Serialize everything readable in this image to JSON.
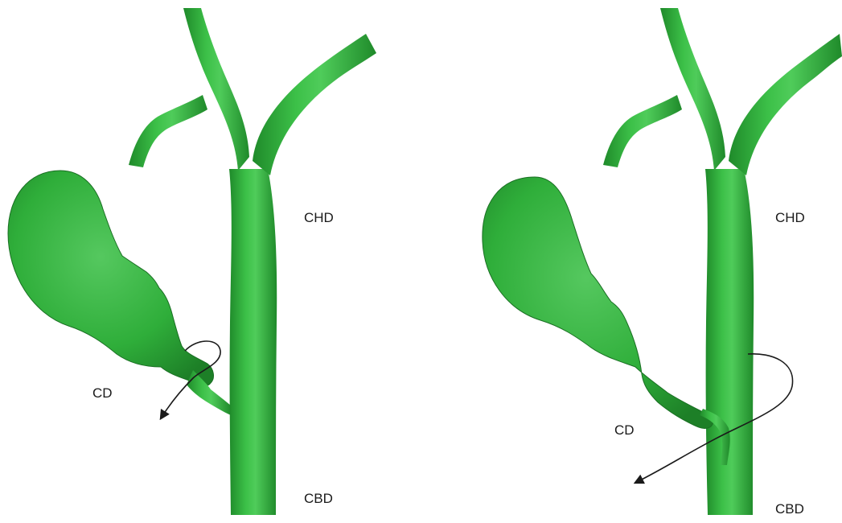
{
  "panels": [
    {
      "id": "left",
      "labels": {
        "chd": "CHD",
        "cbd": "CBD",
        "cd": "CD"
      }
    },
    {
      "id": "right",
      "labels": {
        "chd": "CHD",
        "cbd": "CBD",
        "cd": "CD"
      }
    }
  ],
  "colors": {
    "duct": "#2fae3a",
    "duct_edge": "#1f7d28",
    "duct_highlight": "#5fd06a",
    "arrow": "#1a1a1a"
  }
}
